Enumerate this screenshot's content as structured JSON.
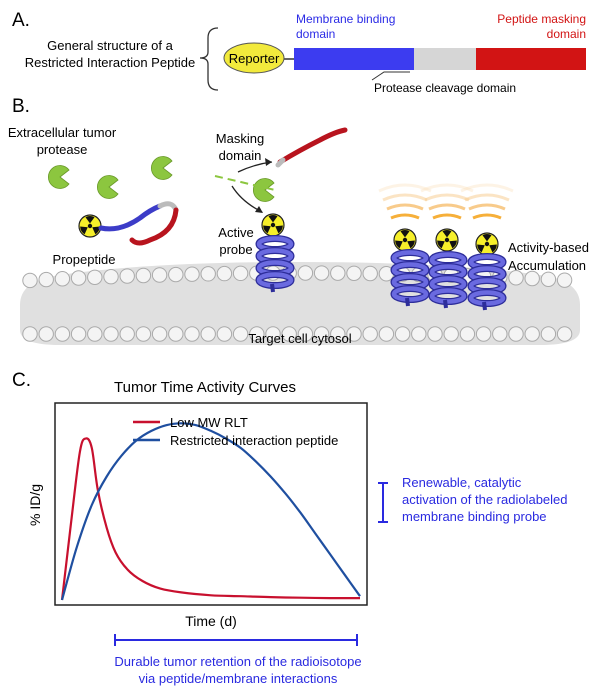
{
  "panel_a": {
    "label": "A.",
    "title_line1": "General structure of a",
    "title_line2": "Restricted Interaction Peptide",
    "reporter": "Reporter",
    "membrane_line1": "Membrane binding",
    "membrane_line2": "domain",
    "masking_line1": "Peptide masking",
    "masking_line2": "domain",
    "cleavage": "Protease cleavage domain",
    "colors": {
      "reporter": "#f2ea3c",
      "membrane": "#3c3cf0",
      "cleavage": "#d6d6d6",
      "masking": "#d21414"
    }
  },
  "panel_b": {
    "label": "B.",
    "protease_line1": "Extracellular tumor",
    "protease_line2": "protease",
    "masking_line1": "Masking",
    "masking_line2": "domain",
    "active_line1": "Active",
    "active_line2": "probe",
    "accum_line1": "Activity-based",
    "accum_line2": "Accumulation",
    "propeptide": "Propeptide",
    "cytosol": "Target cell cytosol",
    "colors": {
      "pacman": "#8cc63f",
      "helix": "#5a5ad2",
      "glow": "#f5a623",
      "membrane": "#e0e0e0"
    },
    "icons": [
      "pacman-protease-icon",
      "radioactive-icon",
      "helix-icon"
    ]
  },
  "panel_c": {
    "label": "C.",
    "title": "Tumor Time Activity Curves",
    "ylabel": "% ID/g",
    "xlabel": "Time (d)",
    "note_right_line1": "Renewable, catalytic",
    "note_right_line2": "activation of the radiolabeled",
    "note_right_line3": "membrane binding probe",
    "note_bottom_line1": "Durable tumor retention of the radioisotope",
    "note_bottom_line2": "via peptide/membrane interactions",
    "colors": {
      "annotation": "#2a2ae0"
    }
  },
  "chart_data": {
    "type": "line",
    "title": "Tumor Time Activity Curves",
    "xlabel": "Time (d)",
    "ylabel": "% ID/g",
    "xlim": [
      0,
      100
    ],
    "ylim": [
      0,
      100
    ],
    "grid": false,
    "legend": "top-center",
    "series": [
      {
        "name": "Low MW RLT",
        "color": "#c8102e",
        "x": [
          0,
          3,
          6,
          8,
          10,
          12,
          15,
          18,
          22,
          27,
          33,
          40,
          50,
          60,
          70,
          80,
          90,
          100
        ],
        "y": [
          0,
          40,
          78,
          85,
          80,
          58,
          38,
          25,
          16,
          10,
          6,
          4,
          2.5,
          2,
          1.5,
          1.2,
          1,
          1
        ]
      },
      {
        "name": "Restricted interaction peptide",
        "color": "#1f4fa0",
        "x": [
          0,
          5,
          10,
          15,
          20,
          25,
          30,
          35,
          40,
          45,
          50,
          55,
          60,
          65,
          70,
          75,
          80,
          85,
          90,
          95,
          100
        ],
        "y": [
          0,
          28,
          50,
          65,
          76,
          84,
          89,
          92,
          93,
          92,
          89,
          85,
          80,
          73,
          65,
          56,
          46,
          35,
          24,
          13,
          2
        ]
      }
    ]
  }
}
